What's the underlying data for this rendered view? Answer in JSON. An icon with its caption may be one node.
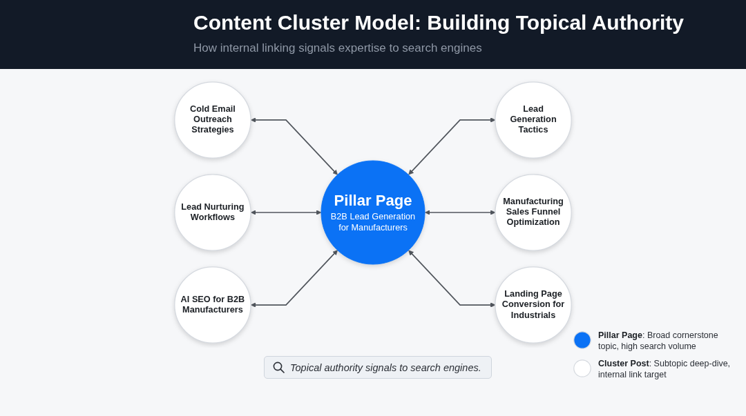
{
  "diagram": {
    "title": "Content Cluster Model: Building Topical Authority",
    "nodes": [
      {
        "text": [
          "Cold Email Outreach Strategies"
        ]
      },
      {
        "text": [
          "Lead Generation Tactics"
        ]
      },
      {
        "text": [
          "Lead Nurturing Workflows"
        ]
      },
      {
        "text": [
          "Pillar Page",
          "B2B Lead Generation for Manufacturers"
        ]
      },
      {
        "text": [
          "Manufacturing Sales Funnel Optimization"
        ]
      },
      {
        "text": [
          "AI SEO for B2B Manufacturers"
        ]
      },
      {
        "text": [
          "Landing Page Conversion for Industrials"
        ]
      }
    ],
    "edges": [
      {
        "from": 0,
        "to": 3,
        "arrow": "both"
      },
      {
        "from": 3,
        "to": 1,
        "arrow": "both"
      },
      {
        "from": 2,
        "to": 3,
        "arrow": "both"
      },
      {
        "from": 3,
        "to": 4,
        "arrow": "both"
      },
      {
        "from": 5,
        "to": 3,
        "arrow": "both"
      },
      {
        "from": 3,
        "to": 6,
        "arrow": "both"
      }
    ],
    "labels": [
      "How internal linking signals expertise to search engines",
      "Topical authority signals to search engines."
    ],
    "legend": [
      {
        "text": "**Pillar Page**: Broad cornerstone topic, high search volume",
        "color": "#0b72f5"
      },
      {
        "text": "**Cluster Post**: Subtopic deep-dive, internal link target",
        "color": "#ffffff"
      }
    ]
  }
}
